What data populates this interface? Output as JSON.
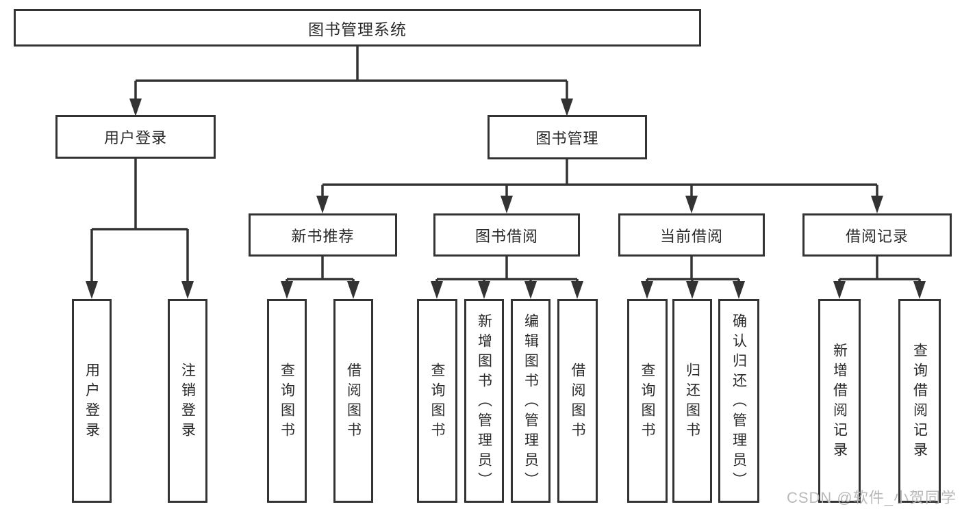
{
  "diagram_title": "图书管理系统",
  "tree": {
    "root": "图书管理系统",
    "branches": [
      {
        "label": "用户登录",
        "children": [
          "用户登录",
          "注销登录"
        ]
      },
      {
        "label": "图书管理",
        "groups": [
          {
            "label": "新书推荐",
            "children": [
              "查询图书",
              "借阅图书"
            ]
          },
          {
            "label": "图书借阅",
            "children": [
              "查询图书",
              "新增图书（管理员）",
              "编辑图书（管理员）",
              "借阅图书"
            ]
          },
          {
            "label": "当前借阅",
            "children": [
              "查询图书",
              "归还图书",
              "确认归还（管理员）"
            ]
          },
          {
            "label": "借阅记录",
            "children": [
              "新增借阅记录",
              "查询借阅记录"
            ]
          }
        ]
      }
    ]
  },
  "watermark": "CSDN @软件_小贺同学",
  "colors": {
    "line": "#333333",
    "text": "#2a2a2a",
    "background": "#ffffff",
    "watermark": "#b9b9b9"
  }
}
